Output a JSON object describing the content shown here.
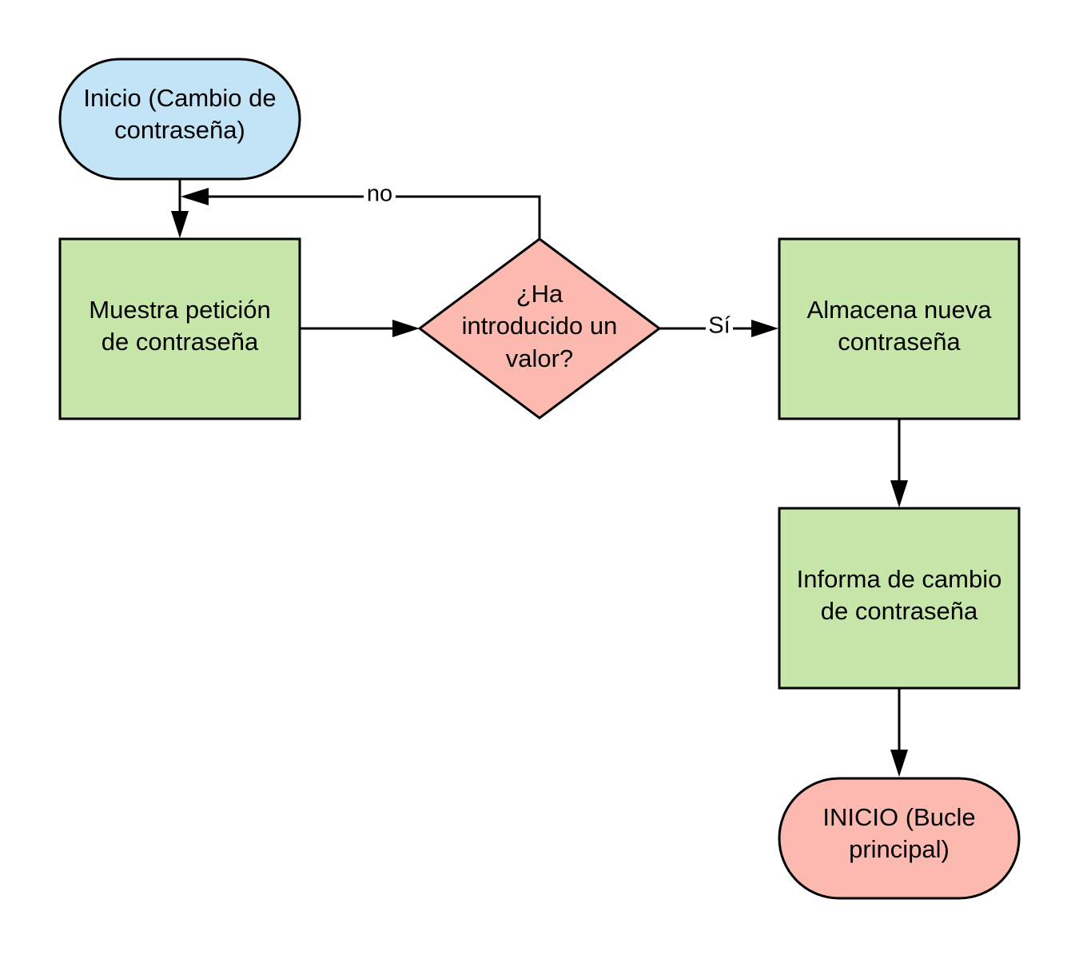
{
  "diagram": {
    "colors": {
      "start": "#c3e4f6",
      "process": "#c7e6aa",
      "decision": "#fcb9b0",
      "end": "#fcb9b0",
      "stroke": "#000000"
    },
    "nodes": {
      "start": {
        "line1": "Inicio (Cambio de",
        "line2": "contraseña)"
      },
      "show_prompt": {
        "line1": "Muestra petición",
        "line2": "de contraseña"
      },
      "decision": {
        "line1": "¿Ha",
        "line2": "introducido un",
        "line3": "valor?"
      },
      "store": {
        "line1": "Almacena nueva",
        "line2": "contraseña"
      },
      "inform": {
        "line1": "Informa de cambio",
        "line2": "de contraseña"
      },
      "end": {
        "line1": "INICIO (Bucle",
        "line2": "principal)"
      }
    },
    "edges": {
      "no_label": "no",
      "yes_label": "Sí"
    }
  }
}
